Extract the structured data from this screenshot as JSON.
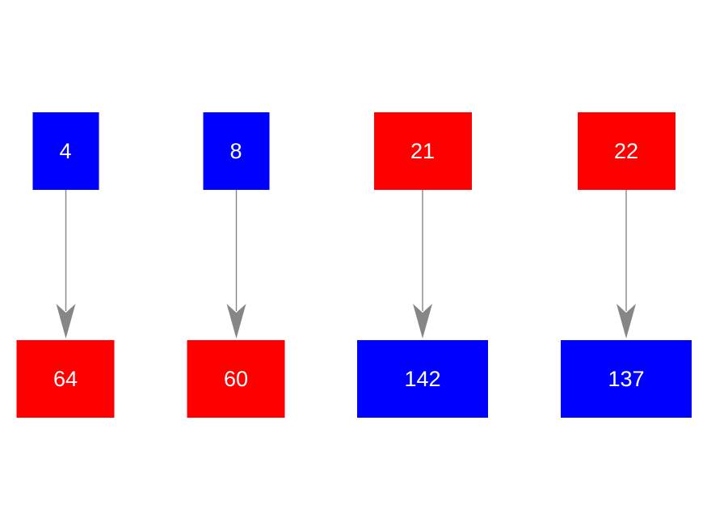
{
  "diagram": {
    "background_color": "#ffffff",
    "edge_color": "#868686",
    "label_color": "#ffffff",
    "palette": {
      "blue": "#0000ff",
      "red": "#ff0000"
    },
    "pairs": [
      {
        "top": {
          "label": "4",
          "color": "#0000ff"
        },
        "bottom": {
          "label": "64",
          "color": "#ff0000"
        }
      },
      {
        "top": {
          "label": "8",
          "color": "#0000ff"
        },
        "bottom": {
          "label": "60",
          "color": "#ff0000"
        }
      },
      {
        "top": {
          "label": "21",
          "color": "#ff0000"
        },
        "bottom": {
          "label": "142",
          "color": "#0000ff"
        }
      },
      {
        "top": {
          "label": "22",
          "color": "#ff0000"
        },
        "bottom": {
          "label": "137",
          "color": "#0000ff"
        }
      }
    ]
  }
}
